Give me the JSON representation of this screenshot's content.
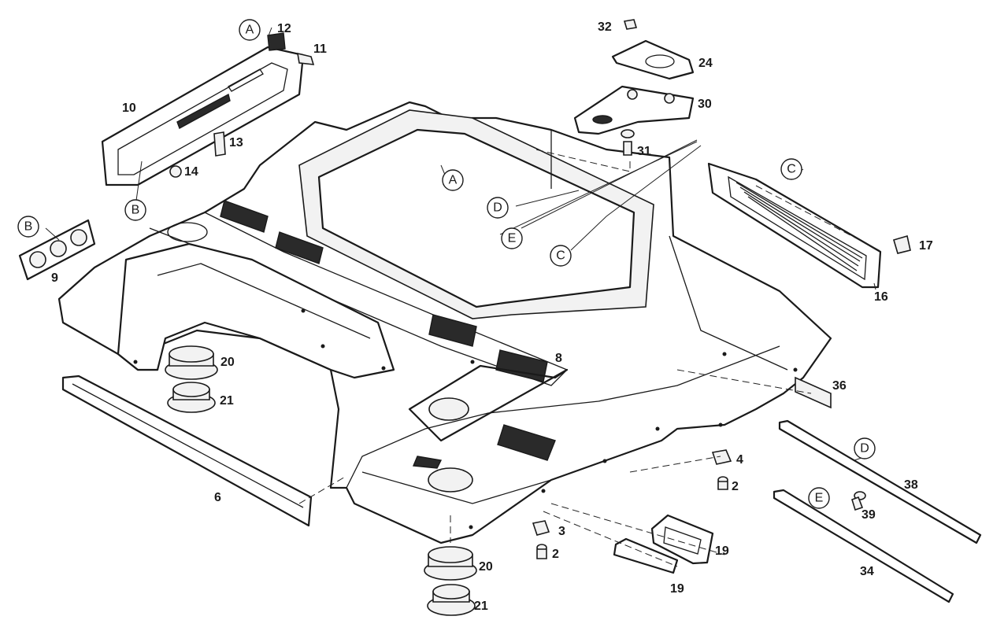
{
  "part_numbers": {
    "p2a": "2",
    "p2b": "2",
    "p3": "3",
    "p4": "4",
    "p6": "6",
    "p8": "8",
    "p9": "9",
    "p10": "10",
    "p11": "11",
    "p12": "12",
    "p13": "13",
    "p14": "14",
    "p16": "16",
    "p17": "17",
    "p19a": "19",
    "p19b": "19",
    "p20a": "20",
    "p20b": "20",
    "p21a": "21",
    "p21b": "21",
    "p24": "24",
    "p30": "30",
    "p31": "31",
    "p32": "32",
    "p34": "34",
    "p36": "36",
    "p38": "38",
    "p39": "39"
  },
  "ref_letters": {
    "a_top": "A",
    "a_inner": "A",
    "b_left": "B",
    "b_lower": "B",
    "c_right": "C",
    "c_inner": "C",
    "d_inner": "D",
    "d_right": "D",
    "e_inner": "E",
    "e_right": "E"
  }
}
